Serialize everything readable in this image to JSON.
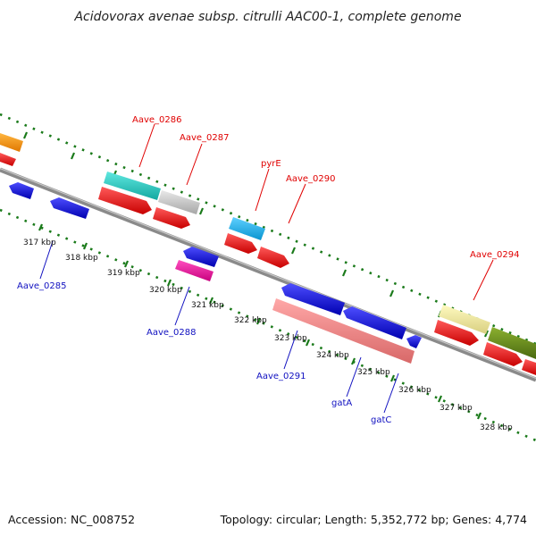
{
  "title": "Acidovorax avenae subsp. citrulli AAC00-1, complete genome",
  "footer": {
    "accession": "Accession: NC_008752",
    "summary": "Topology: circular; Length: 5,352,772 bp; Genes: 4,774"
  },
  "ticks": [
    "317 kbp",
    "318 kbp",
    "319 kbp",
    "320 kbp",
    "321 kbp",
    "322 kbp",
    "323 kbp",
    "324 kbp",
    "325 kbp",
    "326 kbp",
    "327 kbp",
    "328 kbp"
  ],
  "gene_labels": [
    {
      "text": "Aave_0286",
      "strand": "fwd"
    },
    {
      "text": "Aave_0287",
      "strand": "fwd"
    },
    {
      "text": "pyrE",
      "strand": "fwd"
    },
    {
      "text": "Aave_0290",
      "strand": "fwd"
    },
    {
      "text": "Aave_0294",
      "strand": "fwd"
    },
    {
      "text": "Aave_0285",
      "strand": "rev"
    },
    {
      "text": "Aave_0288",
      "strand": "rev"
    },
    {
      "text": "Aave_0291",
      "strand": "rev"
    },
    {
      "text": "gatA",
      "strand": "rev"
    },
    {
      "text": "gatC",
      "strand": "rev"
    }
  ],
  "colors": {
    "backbone": "#8a8a8a",
    "tick_marks": "#1a7a1a",
    "forward_label": "#e00000",
    "reverse_label": "#1010c0",
    "cds_forward": "#ff0000",
    "cds_reverse": "#0000ee"
  }
}
